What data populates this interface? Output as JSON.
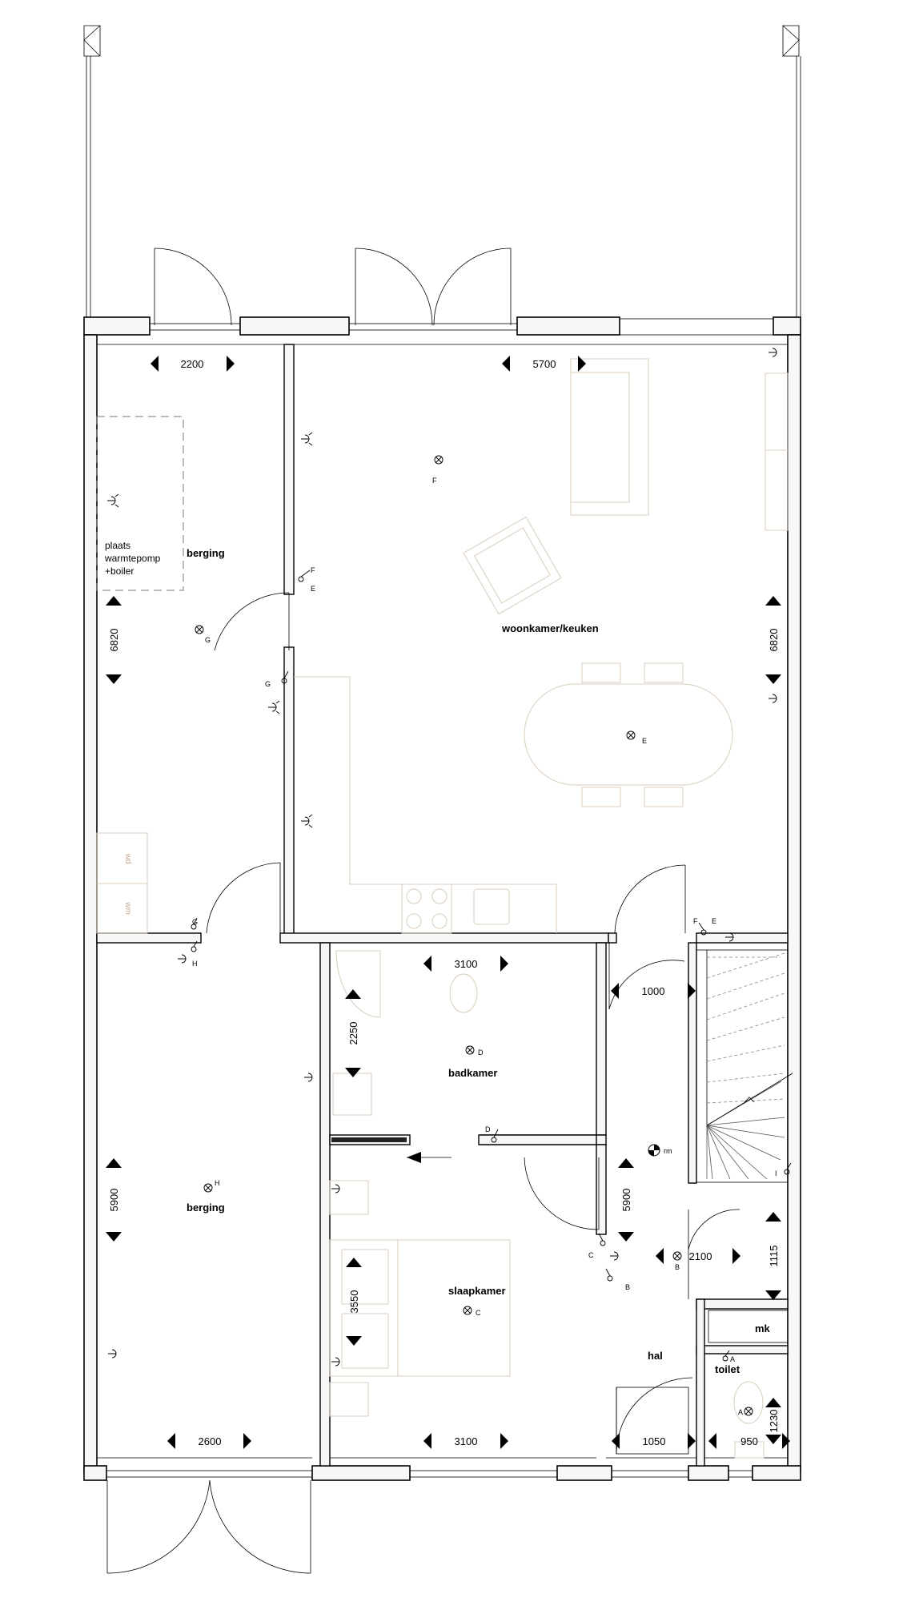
{
  "rooms": {
    "berging_top": "berging",
    "woonkamer": "woonkamer/keuken",
    "badkamer": "badkamer",
    "berging_bottom": "berging",
    "slaapkamer": "slaapkamer",
    "hal": "hal",
    "toilet": "toilet",
    "mk": "mk"
  },
  "notes": {
    "heatpump_line1": "plaats",
    "heatpump_line2": "warmtepomp",
    "heatpump_line3": "+boiler",
    "wd": "wd",
    "wm": "wm",
    "rm": "rm"
  },
  "dimensions": {
    "berging_top_width": "2200",
    "woonkamer_width": "5700",
    "berging_top_depth": "6820",
    "woonkamer_depth": "6820",
    "badkamer_width": "3100",
    "badkamer_depth": "2250",
    "stair_width": "1000",
    "berging_bottom_depth": "5900",
    "hal_depth": "5900",
    "hal_width": "2100",
    "mk_depth": "1115",
    "slaapkamer_bed": "3550",
    "toilet_depth": "1230",
    "berging_bottom_width": "2600",
    "slaapkamer_width": "3100",
    "hal_bottom_width": "1050",
    "toilet_width": "950"
  },
  "fixtures": {
    "F": "F",
    "E": "E",
    "G": "G",
    "H": "H",
    "D": "D",
    "C": "C",
    "B": "B",
    "A": "A",
    "I": "I"
  }
}
